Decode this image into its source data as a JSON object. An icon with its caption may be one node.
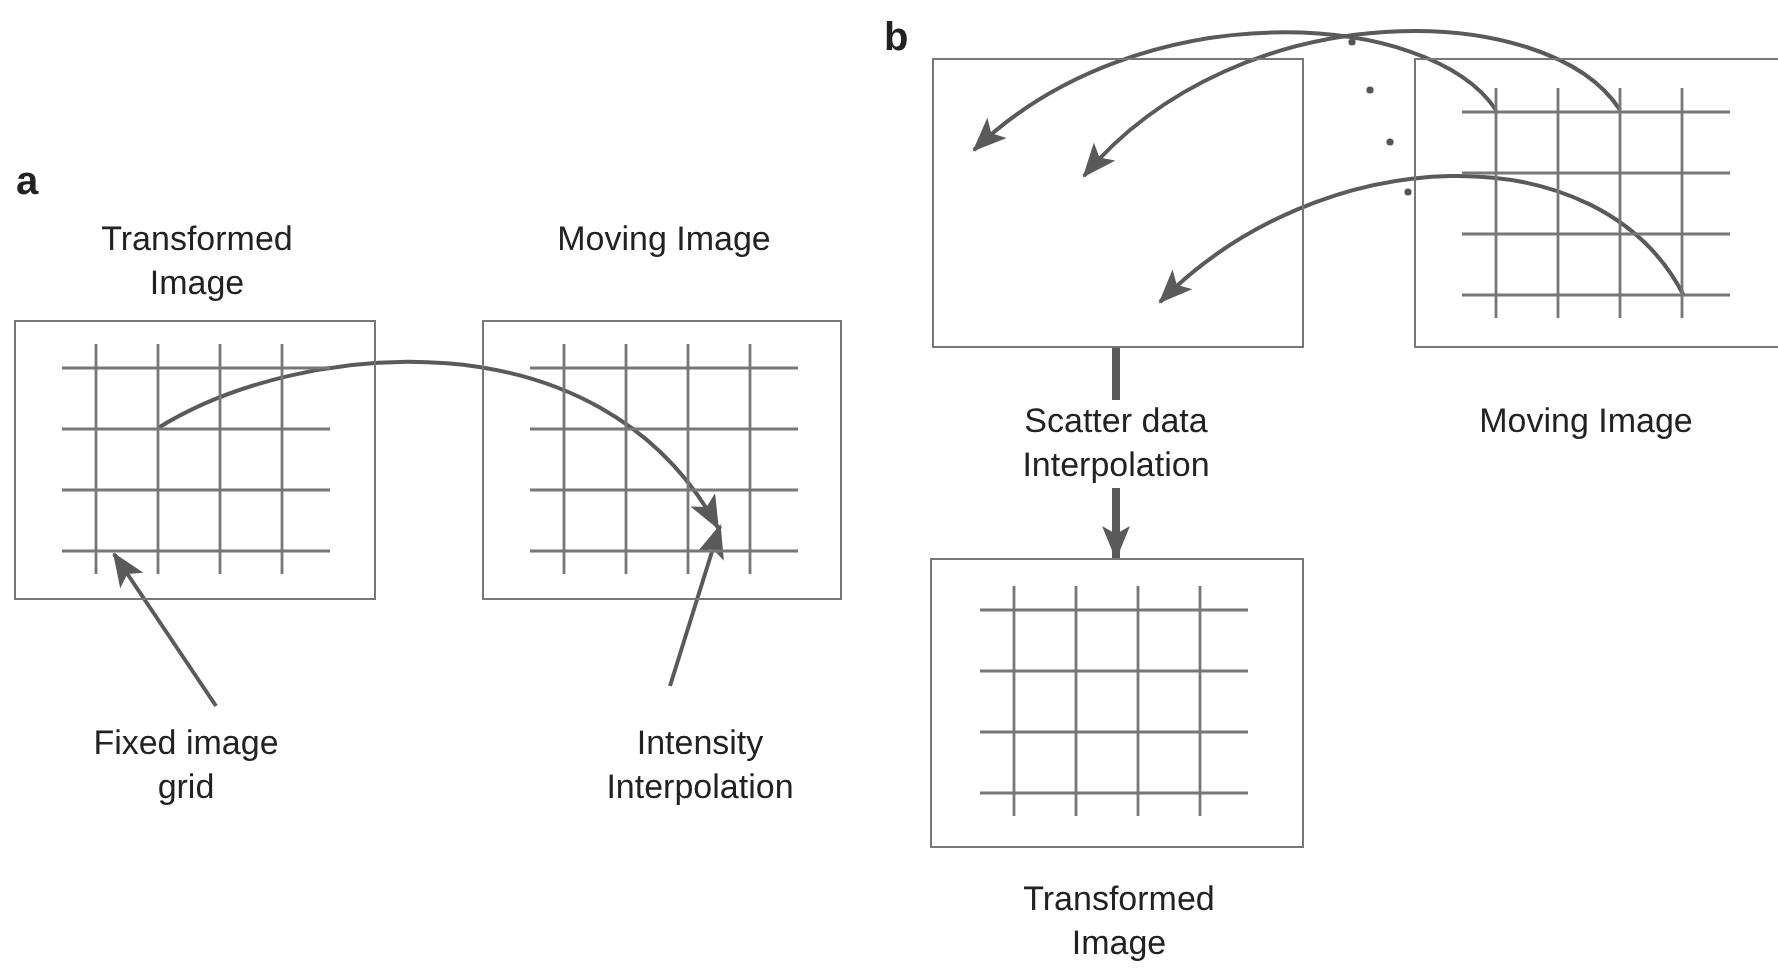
{
  "diagram": {
    "nodes": [
      {
        "text": [
          "Transformed Image"
        ]
      },
      {
        "text": [
          "Moving Image"
        ]
      },
      {
        "text": [
          "Fixed image grid"
        ]
      },
      {
        "text": [
          "Intensity Interpolation"
        ]
      },
      {
        "text": [],
        "shape": "box"
      },
      {
        "text": [
          "Moving Image"
        ]
      },
      {
        "text": [
          "Transformed Image"
        ]
      }
    ],
    "edges": [
      {
        "from": 0,
        "to": 1,
        "arrow": "to"
      },
      {
        "from": 2,
        "to": 0,
        "arrow": "to"
      },
      {
        "from": 3,
        "to": 1,
        "arrow": "to"
      },
      {
        "from": 5,
        "to": 4,
        "arrow": "to"
      },
      {
        "from": 5,
        "to": 4,
        "arrow": "to"
      },
      {
        "from": 5,
        "to": 4,
        "arrow": "to"
      },
      {
        "from": 4,
        "to": 6,
        "arrow": "to",
        "label": "Scatter data Interpolation",
        "style": "thick"
      }
    ],
    "labels": [
      "a",
      "b"
    ]
  }
}
